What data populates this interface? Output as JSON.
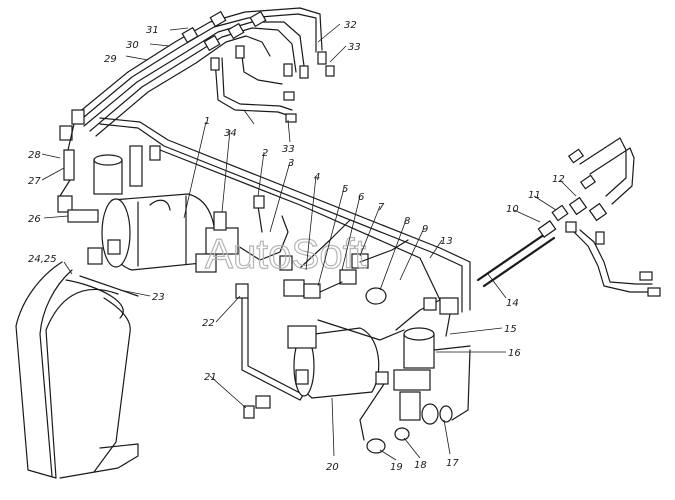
{
  "watermark": "AutoSoft",
  "callouts": [
    {
      "id": "1",
      "text": "1"
    },
    {
      "id": "2",
      "text": "2"
    },
    {
      "id": "3",
      "text": "3"
    },
    {
      "id": "4",
      "text": "4"
    },
    {
      "id": "5",
      "text": "5"
    },
    {
      "id": "6",
      "text": "6"
    },
    {
      "id": "7",
      "text": "7"
    },
    {
      "id": "8",
      "text": "8"
    },
    {
      "id": "9",
      "text": "9"
    },
    {
      "id": "10",
      "text": "10"
    },
    {
      "id": "11",
      "text": "11"
    },
    {
      "id": "12",
      "text": "12"
    },
    {
      "id": "13",
      "text": "13"
    },
    {
      "id": "14",
      "text": "14"
    },
    {
      "id": "15",
      "text": "15"
    },
    {
      "id": "16",
      "text": "16"
    },
    {
      "id": "17",
      "text": "17"
    },
    {
      "id": "18",
      "text": "18"
    },
    {
      "id": "19",
      "text": "19"
    },
    {
      "id": "20",
      "text": "20"
    },
    {
      "id": "21",
      "text": "21"
    },
    {
      "id": "22",
      "text": "22"
    },
    {
      "id": "23",
      "text": "23"
    },
    {
      "id": "24_25",
      "text": "24,25"
    },
    {
      "id": "26",
      "text": "26"
    },
    {
      "id": "27",
      "text": "27"
    },
    {
      "id": "28",
      "text": "28"
    },
    {
      "id": "29",
      "text": "29"
    },
    {
      "id": "30",
      "text": "30"
    },
    {
      "id": "31",
      "text": "31"
    },
    {
      "id": "32",
      "text": "32"
    },
    {
      "id": "33a",
      "text": "33"
    },
    {
      "id": "33b",
      "text": "33"
    },
    {
      "id": "34",
      "text": "34"
    }
  ]
}
